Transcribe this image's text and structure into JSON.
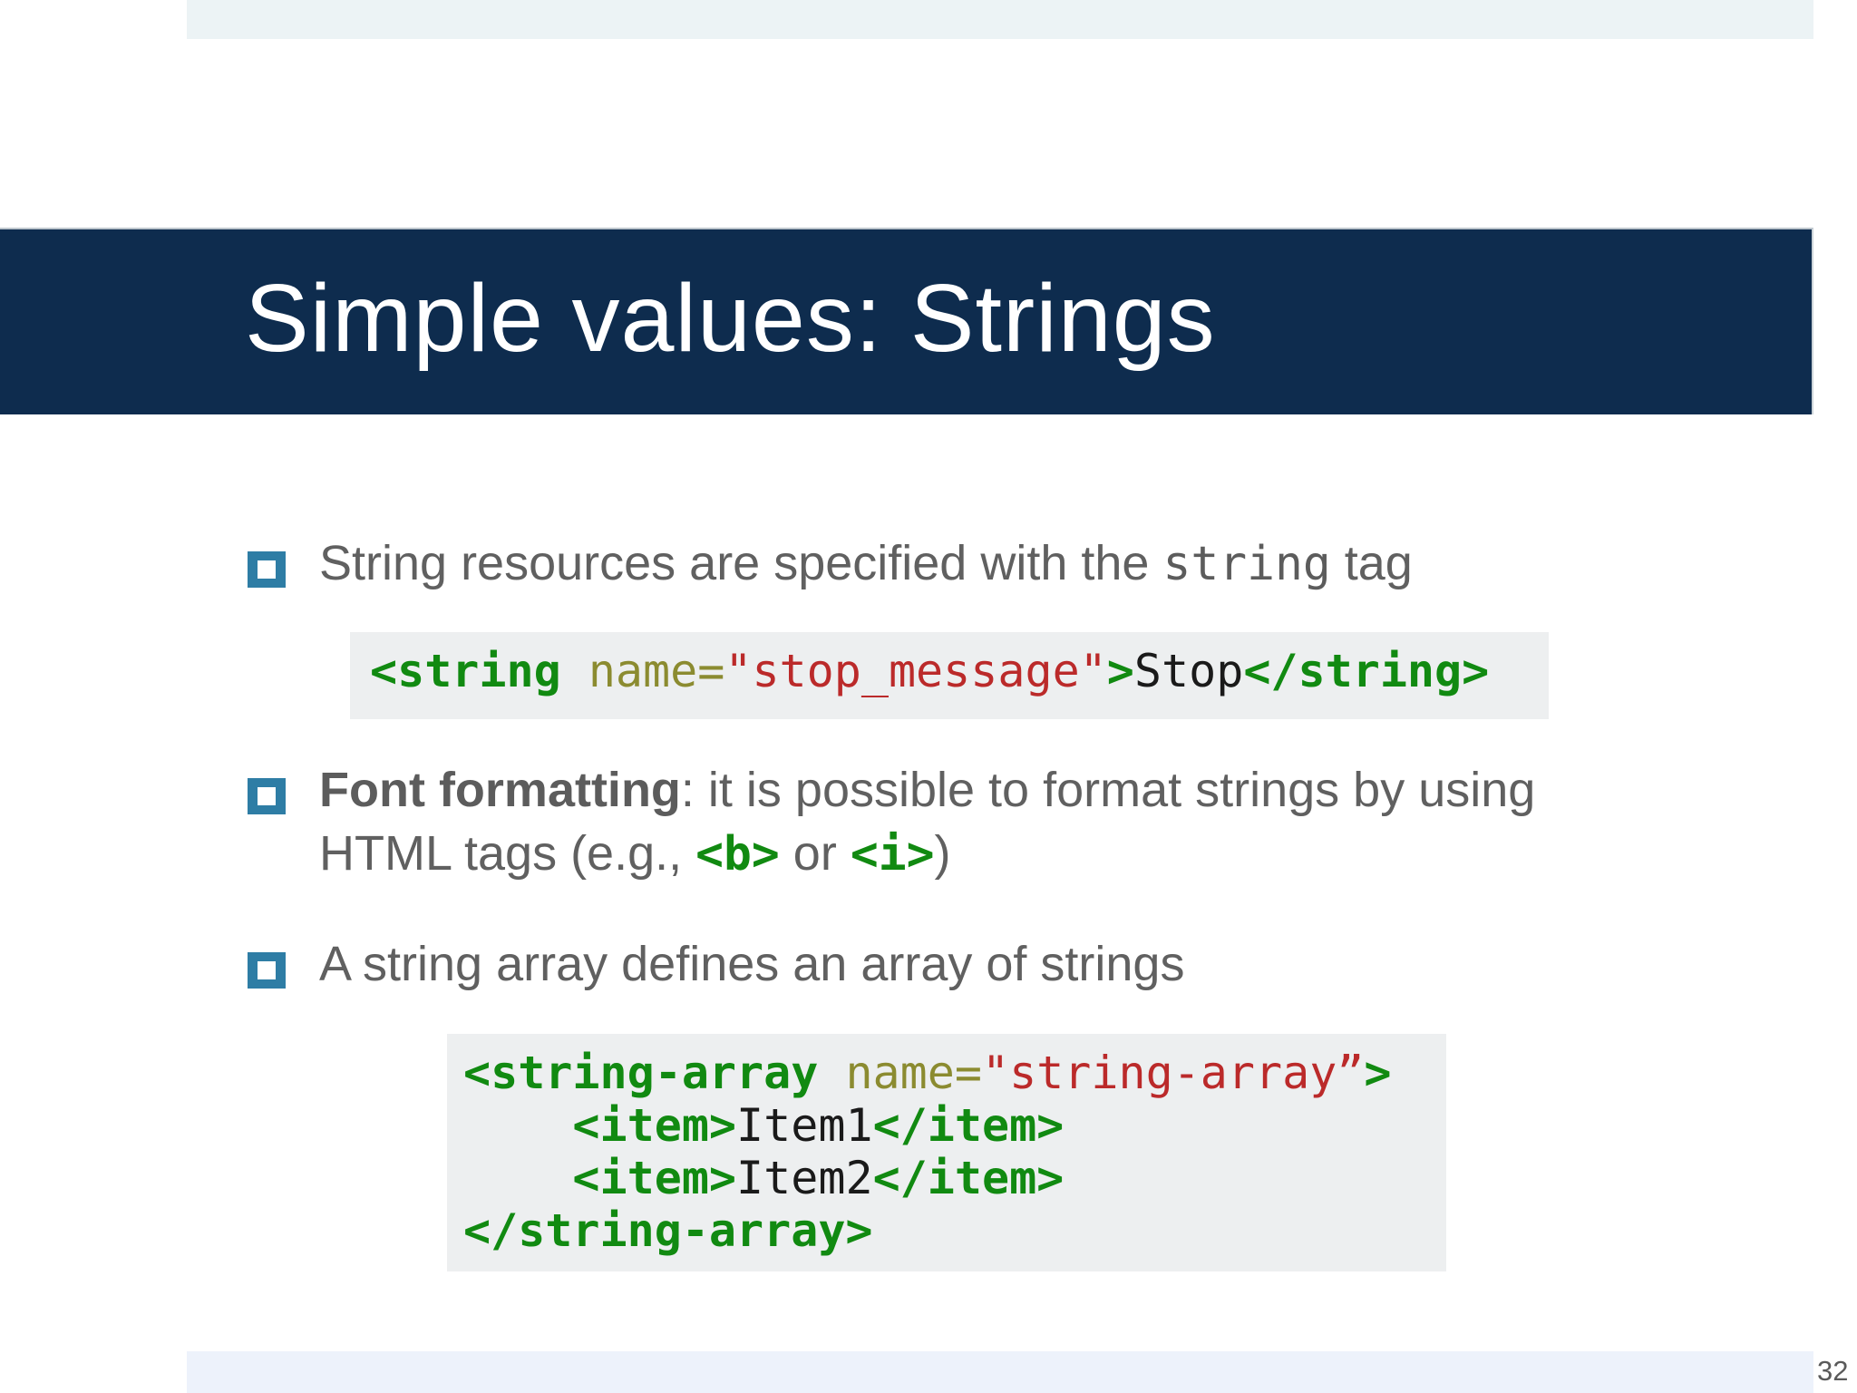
{
  "slide": {
    "title": "Simple values: Strings",
    "page_number": "32"
  },
  "colors": {
    "title_band_navy": "#0e2c4e",
    "bullet_square_teal": "#2e7da5",
    "body_text_gray": "#606060",
    "code_background": "#edeff0",
    "code_tag_green": "#118a11",
    "code_attr_olive": "#8b8b30",
    "code_string_red": "#bb2a2a",
    "code_text_black": "#1a1a1a",
    "top_strip": "#ecf3f5",
    "bottom_strip": "#edf2fb"
  },
  "icons": {
    "bullet": "hollow-square-bullet"
  },
  "bullets": {
    "b1": {
      "pre": "String resources are specified with the ",
      "code": "string",
      "post": " tag"
    },
    "b2": {
      "bold": "Font formatting",
      "rest_line1": ": it is possible to format strings by using",
      "line2_pre": "HTML tags (e.g., ",
      "tag_b": "<b>",
      "mid": " or ",
      "tag_i": "<i>",
      "post": ")"
    },
    "b3": {
      "text": "A string array defines an array of strings"
    }
  },
  "code1": {
    "tag_open": "<string",
    "attr": " name=",
    "value": "\"stop_message\"",
    "gt": ">",
    "text": "Stop",
    "tag_close": "</string>"
  },
  "code2": {
    "l1": {
      "tag": "<string-array",
      "attr": " name=",
      "value": "\"string-array”",
      "gt": ">"
    },
    "l2": {
      "indent": "    ",
      "open": "<item>",
      "text": "Item1",
      "close": "</item>"
    },
    "l3": {
      "indent": "    ",
      "open": "<item>",
      "text": "Item2",
      "close": "</item>"
    },
    "l4": {
      "tag": "</string-array>"
    }
  }
}
